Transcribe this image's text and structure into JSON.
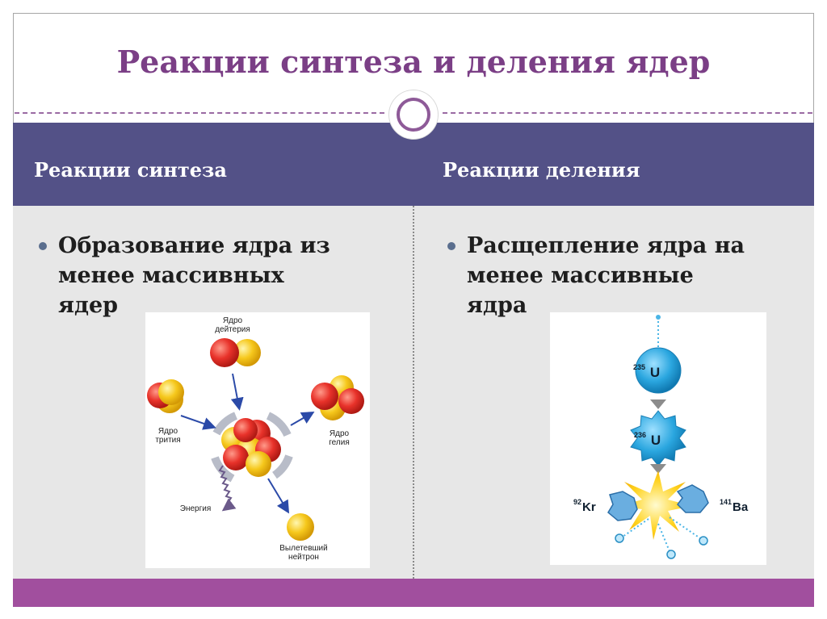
{
  "slide": {
    "title": "Реакции синтеза и деления ядер",
    "columns": [
      {
        "heading": "Реакции синтеза",
        "bullet_lines": [
          "Образование ядра из",
          "менее массивных",
          "ядер"
        ]
      },
      {
        "heading": "Реакции деления",
        "bullet_lines": [
          "Расщепление ядра на",
          "менее массивные",
          "ядра"
        ]
      }
    ]
  },
  "fusion_figure": {
    "labels": {
      "deuterium": [
        "Ядро",
        "дейтерия"
      ],
      "tritium": [
        "Ядро",
        "трития"
      ],
      "helium": [
        "Ядро",
        "гелия"
      ],
      "energy": "Энергия",
      "neutron": [
        "Вылетевший",
        "нейтрон"
      ]
    }
  },
  "fission_figure": {
    "u235": {
      "mass": "235",
      "symbol": "U"
    },
    "u236": {
      "mass": "236",
      "symbol": "U"
    },
    "kr": {
      "mass": "92",
      "symbol": "Kr"
    },
    "ba": {
      "mass": "141",
      "symbol": "Ba"
    }
  },
  "colors": {
    "title": "#7b3f86",
    "header_band": "#535187",
    "bottom_band": "#a14f9e",
    "proton": "#e53a2e",
    "neutron": "#f5c51b",
    "uranium": "#29a9e0"
  }
}
